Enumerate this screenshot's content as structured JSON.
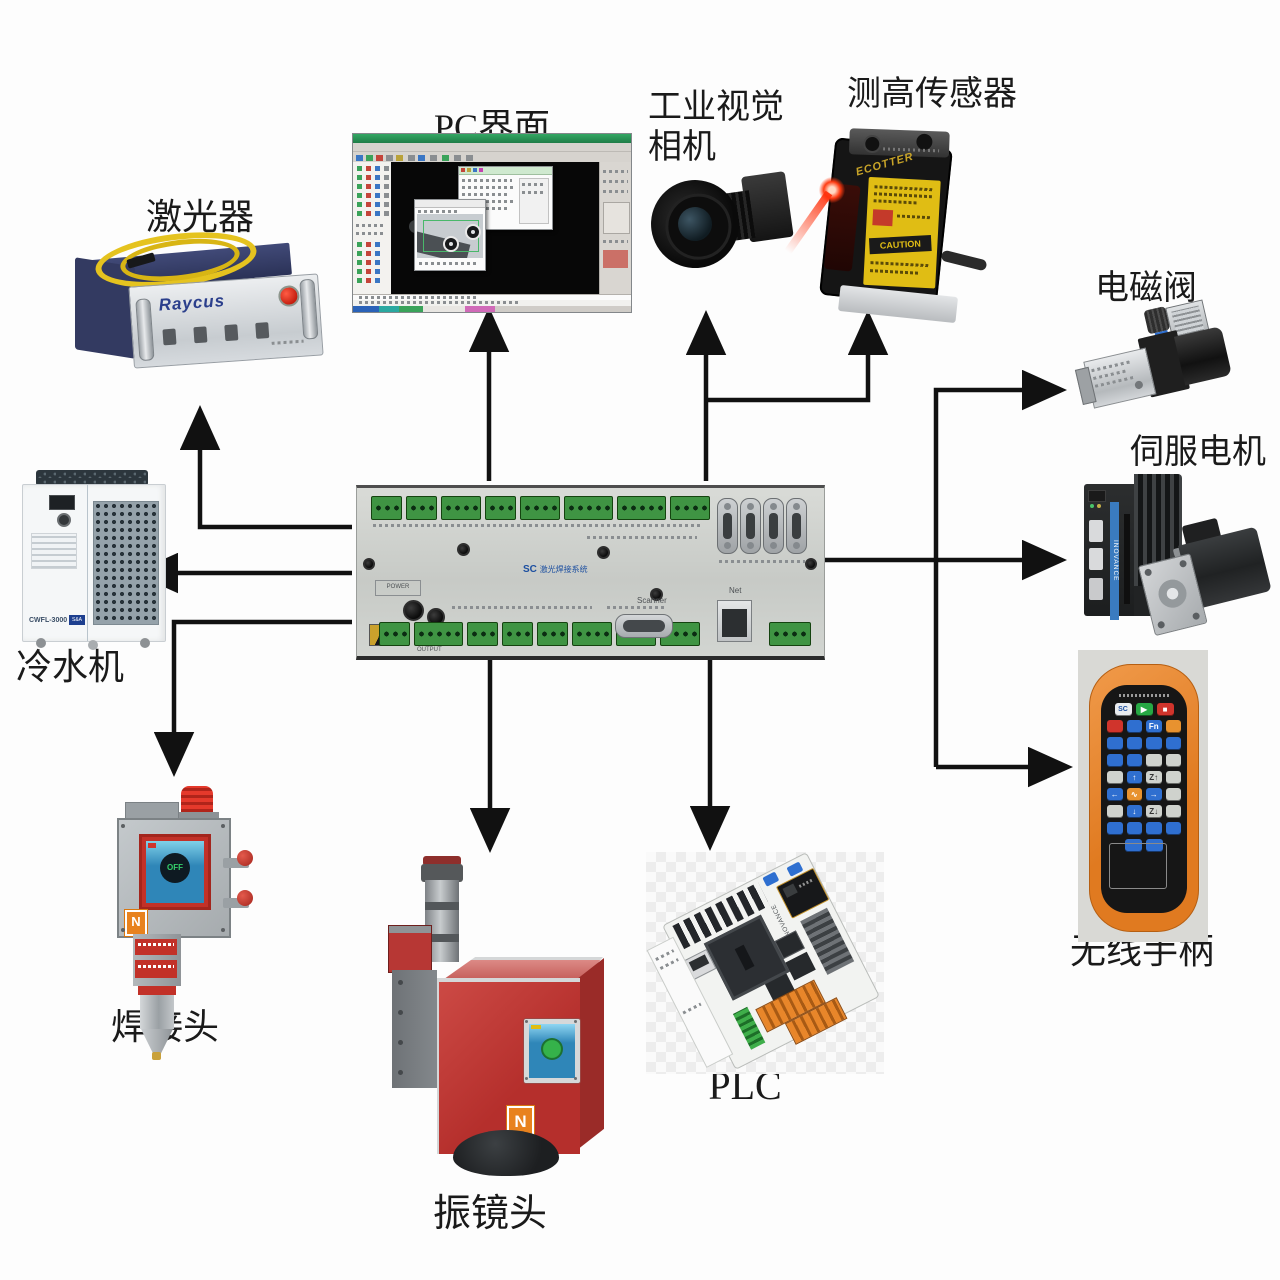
{
  "labels": {
    "laser": "激光器",
    "pc": "PC界面",
    "camera_line1": "工业视觉",
    "camera_line2": "相机",
    "height_sensor": "测高传感器",
    "solenoid": "电磁阀",
    "servo": "伺服电机",
    "chiller": "冷水机",
    "weld_head": "焊接头",
    "galvo": "振镜头",
    "plc": "PLC",
    "remote": "无线手柄"
  },
  "controller": {
    "brand": "SC",
    "title": "激光焊接系统",
    "scanner": "Scanner",
    "net": "Net",
    "output": "OUTPUT",
    "power": "POWER"
  },
  "devices": {
    "laser_brand": "Raycus",
    "sensor_brand": "ECOTTER",
    "sensor_caution": "CAUTION",
    "chiller_model": "CWFL-3000",
    "chiller_brand": "S&A",
    "servo_brand": "INOVANCE",
    "plc_brand": "INOVANCE",
    "weld_screen": "OFF"
  },
  "remote": {
    "rows": [
      [
        {
          "c": "w",
          "t": "SC"
        },
        {
          "c": "g",
          "t": "▶"
        },
        {
          "c": "r",
          "t": "■"
        }
      ],
      [
        {
          "c": "r",
          "t": ""
        },
        {
          "c": "b",
          "t": ""
        },
        {
          "c": "b",
          "t": "Fn"
        },
        {
          "c": "o",
          "t": ""
        }
      ],
      [
        {
          "c": "b",
          "t": ""
        },
        {
          "c": "b",
          "t": ""
        },
        {
          "c": "b",
          "t": ""
        },
        {
          "c": "b",
          "t": ""
        }
      ],
      [
        {
          "c": "b",
          "t": ""
        },
        {
          "c": "b",
          "t": ""
        },
        {
          "c": "k",
          "t": ""
        },
        {
          "c": "k",
          "t": ""
        }
      ],
      [
        {
          "c": "k",
          "t": ""
        },
        {
          "c": "b",
          "t": "↑"
        },
        {
          "c": "k",
          "t": "Z↑"
        },
        {
          "c": "k",
          "t": ""
        }
      ],
      [
        {
          "c": "b",
          "t": "←"
        },
        {
          "c": "o",
          "t": "∿"
        },
        {
          "c": "b",
          "t": "→"
        },
        {
          "c": "k",
          "t": ""
        }
      ],
      [
        {
          "c": "k",
          "t": ""
        },
        {
          "c": "b",
          "t": "↓"
        },
        {
          "c": "k",
          "t": "Z↓"
        },
        {
          "c": "k",
          "t": ""
        }
      ],
      [
        {
          "c": "b",
          "t": ""
        },
        {
          "c": "b",
          "t": ""
        },
        {
          "c": "b",
          "t": ""
        },
        {
          "c": "b",
          "t": ""
        }
      ],
      [
        {
          "c": "b",
          "t": ""
        },
        {
          "c": "b",
          "t": ""
        }
      ]
    ]
  },
  "colors": {
    "arrow": "#111111",
    "logo_blue": "#1c4fa0",
    "laser_navy": "#39406a",
    "sensor_yellow": "#e0bd14",
    "galvo_red": "#c13a36",
    "remote_orange": "#e8822f",
    "terminal_green": "#3f9443"
  }
}
